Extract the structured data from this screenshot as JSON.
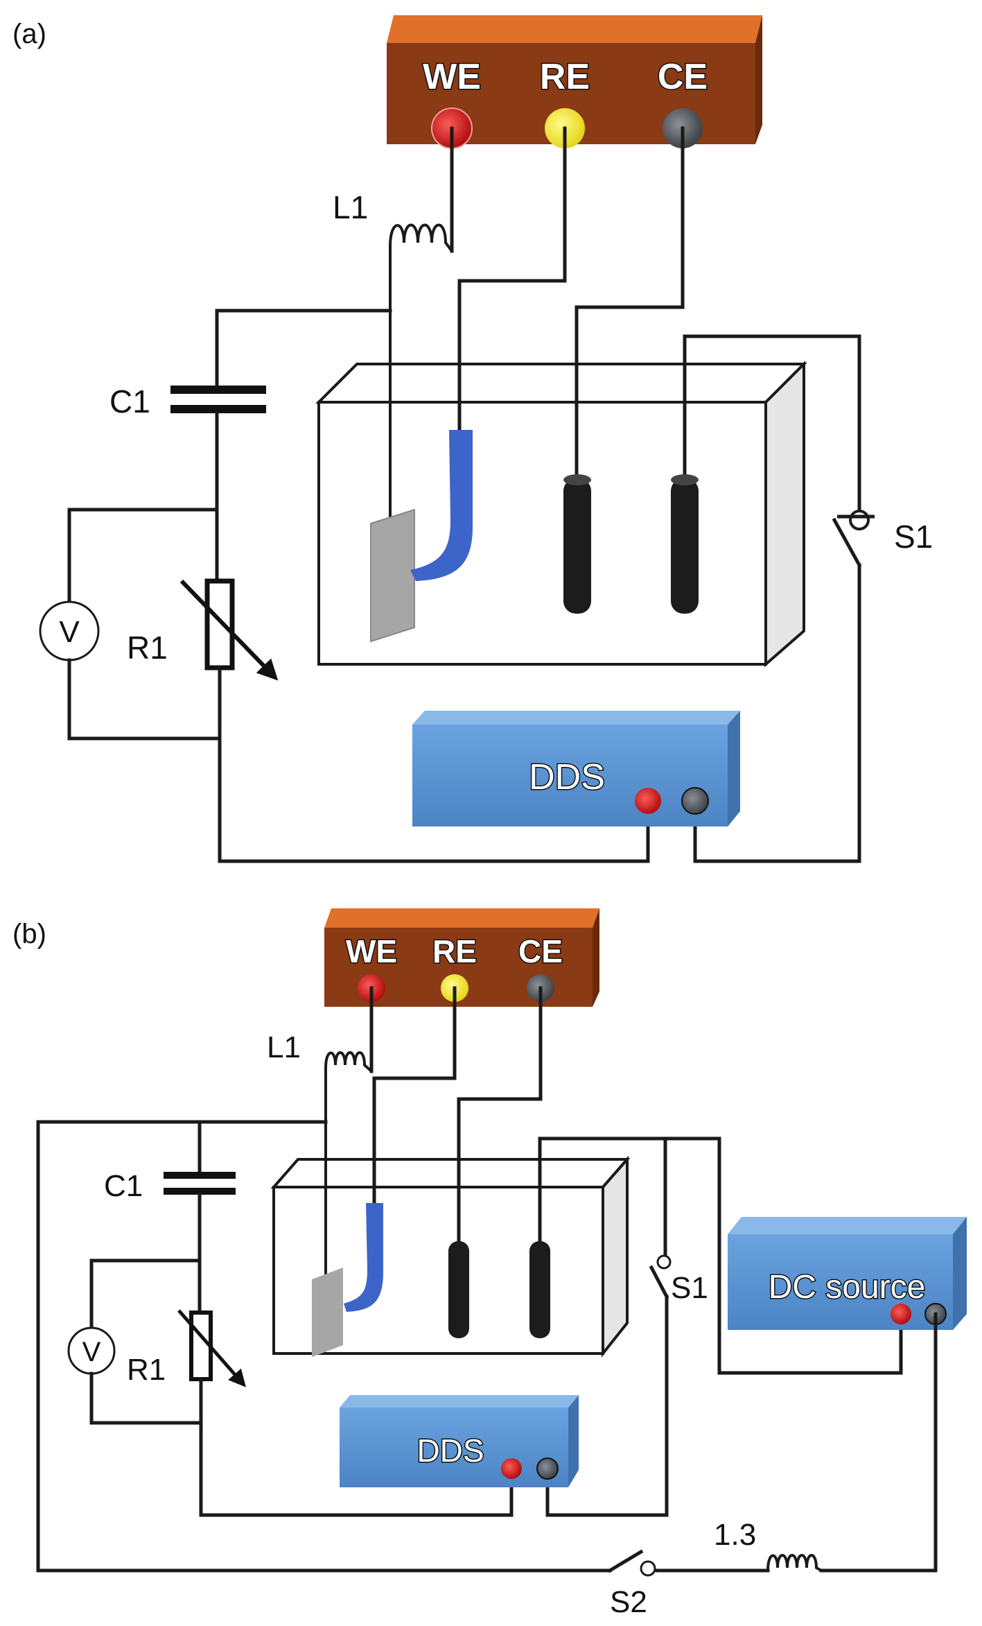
{
  "panels": [
    {
      "id": "a",
      "label": "(a)",
      "potentiostat": {
        "terminals": [
          "WE",
          "RE",
          "CE"
        ]
      },
      "components": {
        "inductor": "L1",
        "capacitor": "C1",
        "resistor": "R1",
        "voltmeter": "V",
        "switch": "S1"
      },
      "devices": {
        "dds": "DDS"
      }
    },
    {
      "id": "b",
      "label": "(b)",
      "potentiostat": {
        "terminals": [
          "WE",
          "RE",
          "CE"
        ]
      },
      "components": {
        "inductor": "L1",
        "capacitor": "C1",
        "resistor": "R1",
        "voltmeter": "V",
        "switch": "S1",
        "switch2": "S2",
        "inductor2": "1.3"
      },
      "devices": {
        "dds": "DDS",
        "dc_source": "DC source"
      }
    }
  ],
  "colors": {
    "potentiostat_front": "#8a3a14",
    "potentiostat_top": "#e0702a",
    "terminal_we": "#d01818",
    "terminal_re": "#f2e82a",
    "terminal_ce": "#555a60",
    "device_blue": "#5b94d2",
    "reference_electrode": "#3d64c8",
    "electrode_black": "#1c1c1c",
    "working_plate": "#a6a6a6"
  }
}
